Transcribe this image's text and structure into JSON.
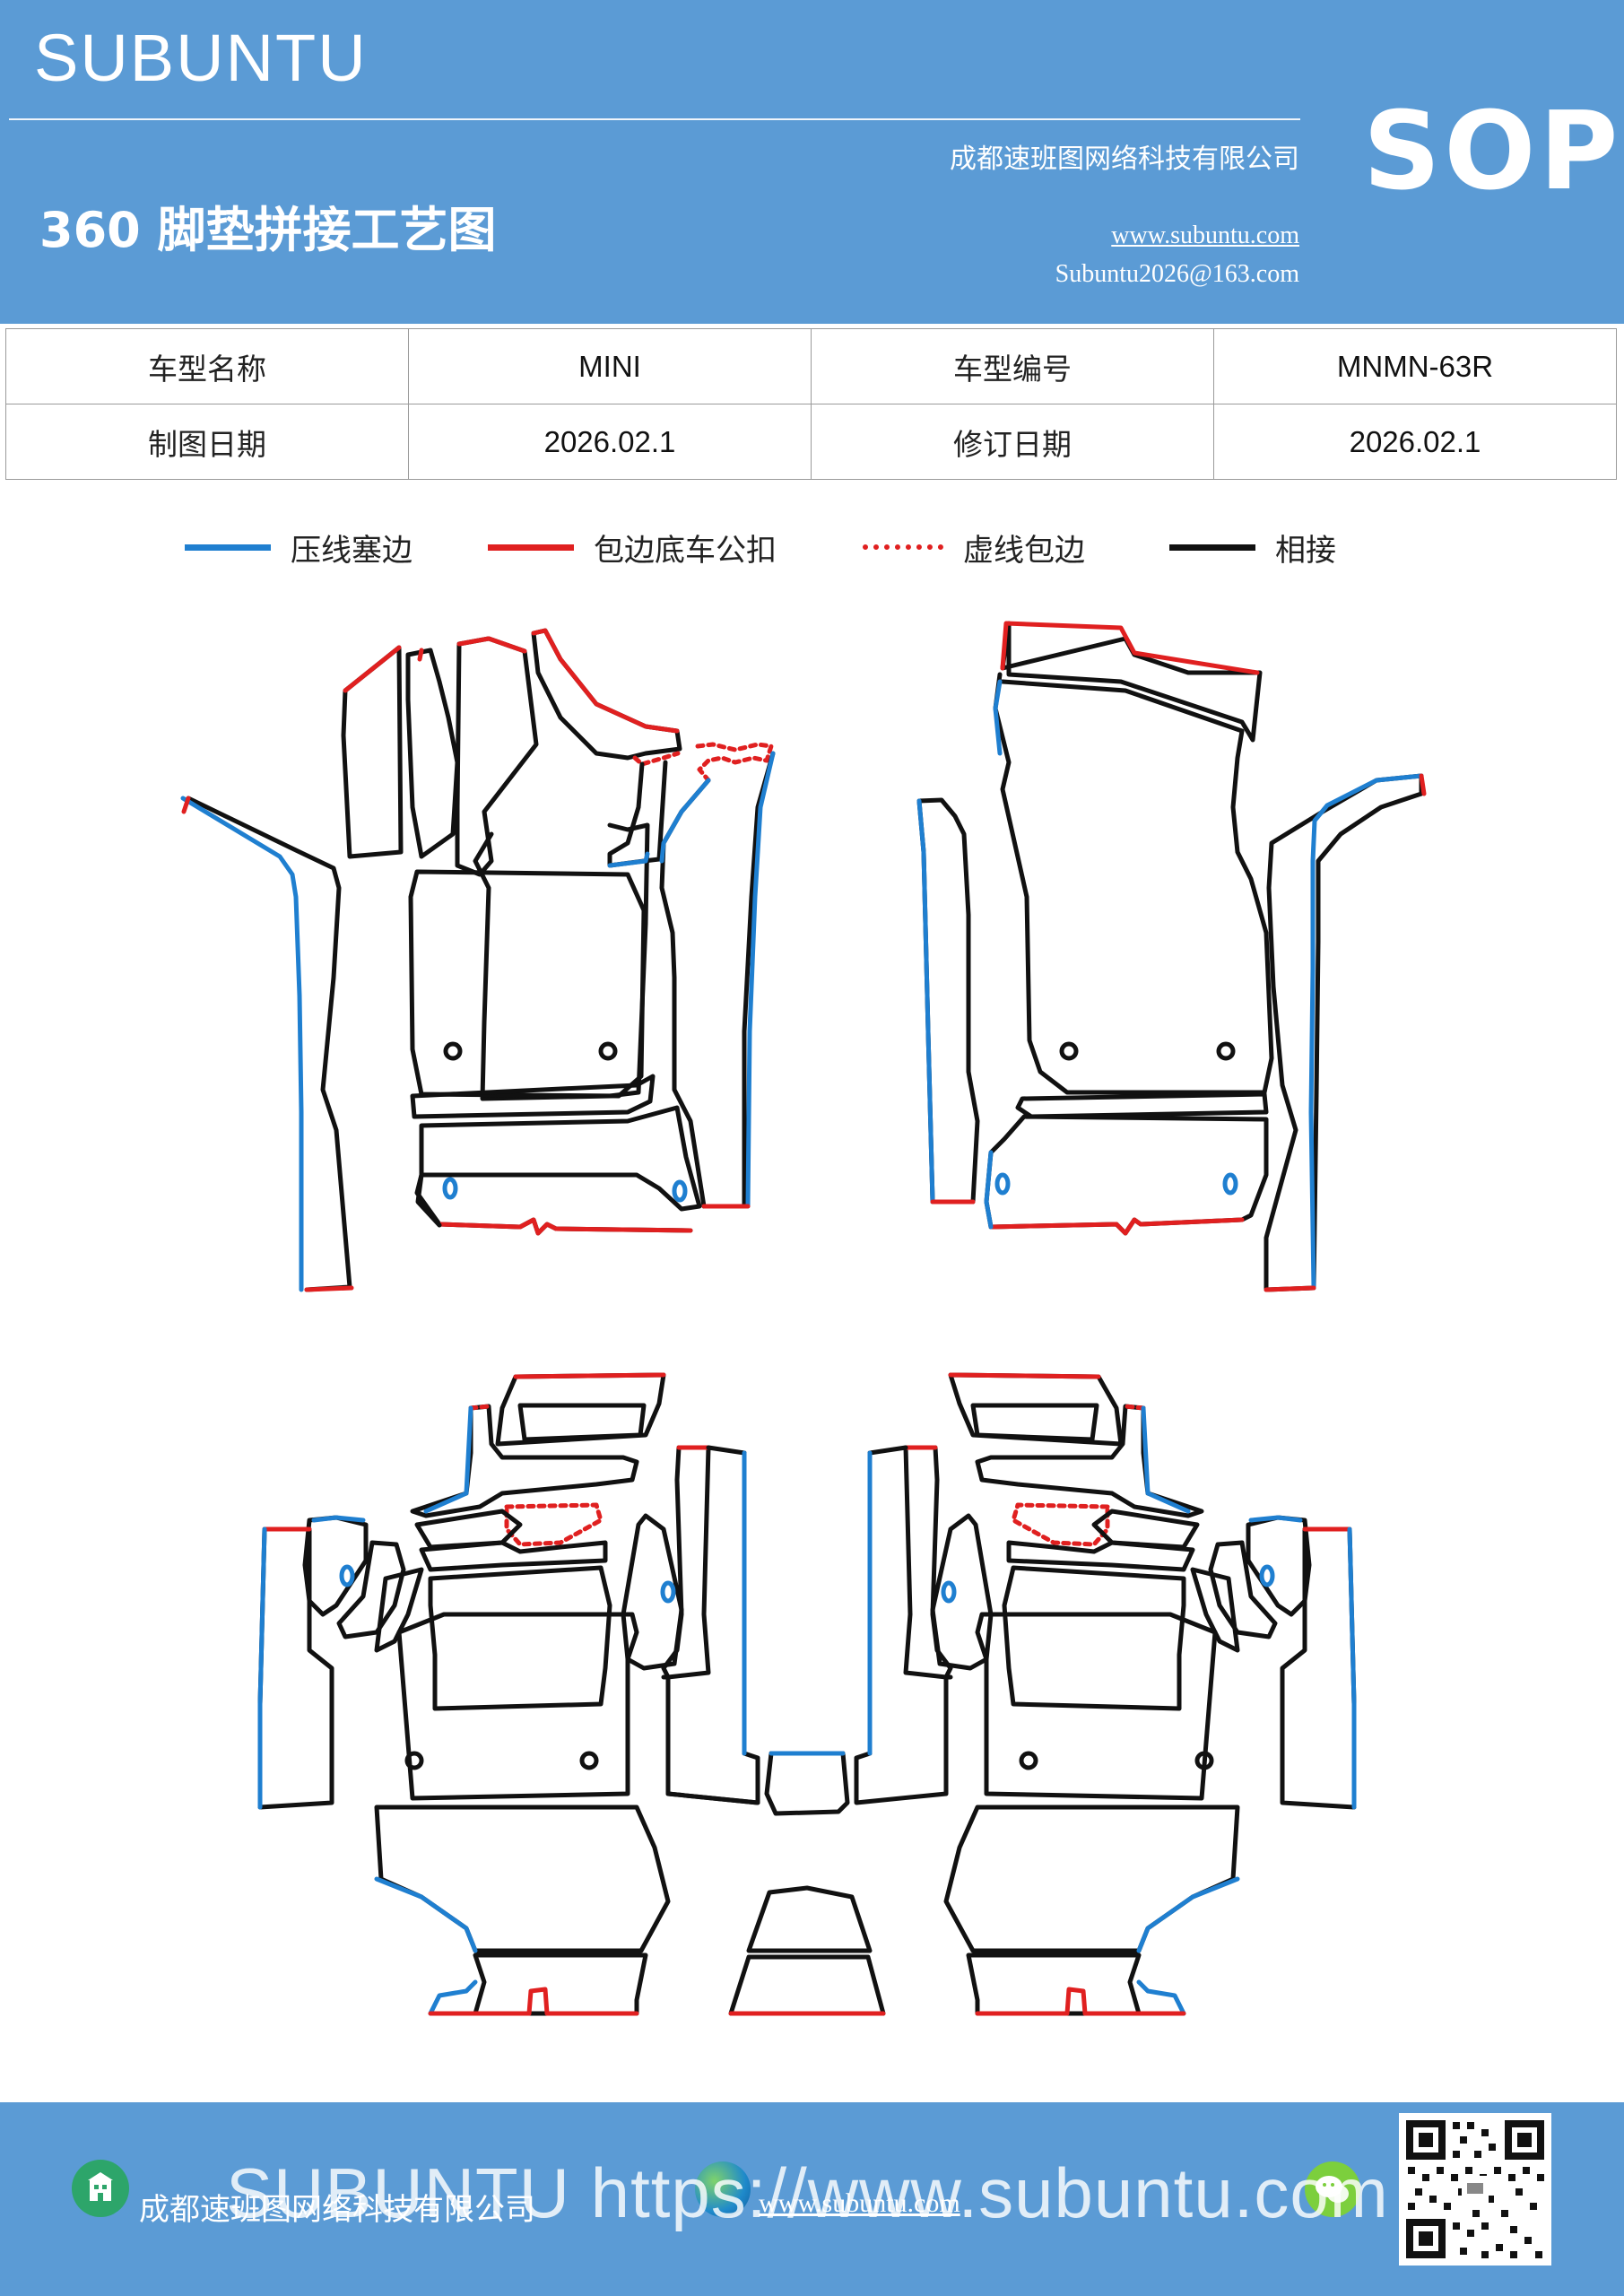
{
  "header": {
    "brand": "SUBUNTU",
    "title": "360 脚垫拼接工艺图",
    "company": "成都速班图网络科技有限公司",
    "website": "www.subuntu.com",
    "email": "Subuntu2026@163.com",
    "badge": "SOP",
    "bg_color": "#5b9bd5"
  },
  "info_table": {
    "model_name_label": "车型名称",
    "model_name_value": "MINI",
    "model_code_label": "车型编号",
    "model_code_value": "MNMN-63R",
    "draw_date_label": "制图日期",
    "draw_date_value": "2026.02.1",
    "revise_date_label": "修订日期",
    "revise_date_value": "2026.02.1"
  },
  "legend": [
    {
      "label": "压线塞边",
      "color": "#1f7fd0",
      "style": "solid"
    },
    {
      "label": "包边底车公扣",
      "color": "#e02020",
      "style": "solid"
    },
    {
      "label": "虚线包边",
      "color": "#e02020",
      "style": "dotted"
    },
    {
      "label": "相接",
      "color": "#111111",
      "style": "solid"
    }
  ],
  "footer": {
    "watermark": "SUBUNTU https://www.subuntu.com",
    "company": "成都速班图网络科技有限公司",
    "website": "www.subuntu.com",
    "icons": [
      "building-icon",
      "globe-icon",
      "wechat-icon",
      "qr-code"
    ]
  }
}
